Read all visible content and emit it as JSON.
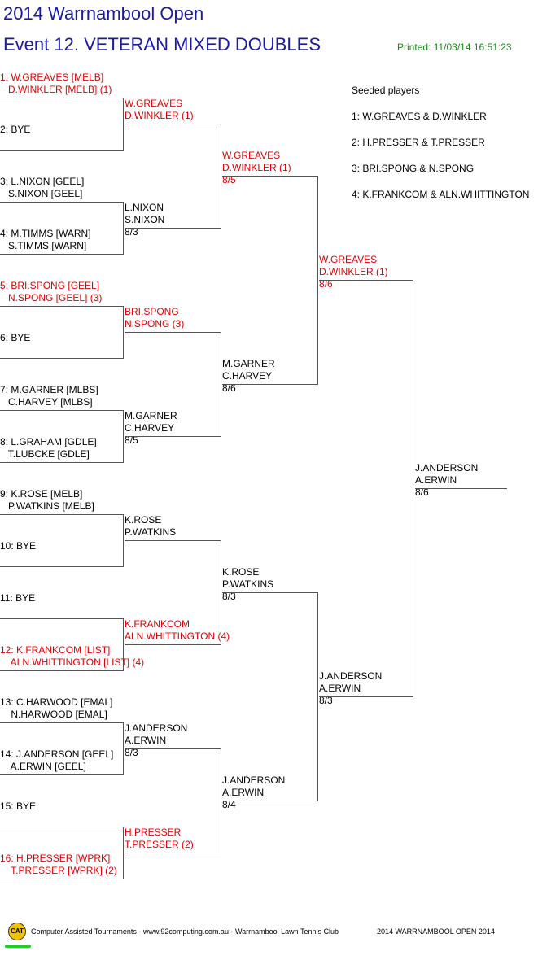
{
  "header": {
    "title": "2014 Warrnambool Open",
    "event": "Event 12. VETERAN MIXED DOUBLES",
    "printed": "Printed: 11/03/14 16:51:23"
  },
  "seeds": {
    "heading": "Seeded players",
    "list": [
      "1: W.GREAVES & D.WINKLER",
      "2: H.PRESSER & T.PRESSER",
      "3: BRI.SPONG & N.SPONG",
      "4: K.FRANKCOM & ALN.WHITTINGTON"
    ]
  },
  "round1": [
    {
      "l1": "1: W.GREAVES [MELB]",
      "l2": "   D.WINKLER [MELB] (1)",
      "seeded": true
    },
    {
      "l1": "2: BYE",
      "l2": "",
      "seeded": false
    },
    {
      "l1": "3: L.NIXON [GEEL]",
      "l2": "   S.NIXON [GEEL]",
      "seeded": false
    },
    {
      "l1": "4: M.TIMMS [WARN]",
      "l2": "   S.TIMMS [WARN]",
      "seeded": false
    },
    {
      "l1": "5: BRI.SPONG [GEEL]",
      "l2": "   N.SPONG [GEEL] (3)",
      "seeded": true
    },
    {
      "l1": "6: BYE",
      "l2": "",
      "seeded": false
    },
    {
      "l1": "7: M.GARNER [MLBS]",
      "l2": "   C.HARVEY [MLBS]",
      "seeded": false
    },
    {
      "l1": "8: L.GRAHAM [GDLE]",
      "l2": "   T.LUBCKE [GDLE]",
      "seeded": false
    },
    {
      "l1": "9: K.ROSE [MELB]",
      "l2": "   P.WATKINS [MELB]",
      "seeded": false
    },
    {
      "l1": "10: BYE",
      "l2": "",
      "seeded": false
    },
    {
      "l1": "11: BYE",
      "l2": "",
      "seeded": false
    },
    {
      "l1": "12: K.FRANKCOM [LIST]",
      "l2": "    ALN.WHITTINGTON [LIST] (4)",
      "seeded": true
    },
    {
      "l1": "13: C.HARWOOD [EMAL]",
      "l2": "    N.HARWOOD [EMAL]",
      "seeded": false
    },
    {
      "l1": "14: J.ANDERSON [GEEL]",
      "l2": "    A.ERWIN [GEEL]",
      "seeded": false
    },
    {
      "l1": "15: BYE",
      "l2": "",
      "seeded": false
    },
    {
      "l1": "16: H.PRESSER [WPRK]",
      "l2": "    T.PRESSER [WPRK] (2)",
      "seeded": true
    }
  ],
  "round2": [
    {
      "l1": "W.GREAVES",
      "l2": "D.WINKLER (1)",
      "score": "",
      "seeded": true
    },
    {
      "l1": "L.NIXON",
      "l2": "S.NIXON",
      "score": "8/3",
      "seeded": false
    },
    {
      "l1": "BRI.SPONG",
      "l2": "N.SPONG (3)",
      "score": "",
      "seeded": true
    },
    {
      "l1": "M.GARNER",
      "l2": "C.HARVEY",
      "score": "8/5",
      "seeded": false
    },
    {
      "l1": "K.ROSE",
      "l2": "P.WATKINS",
      "score": "",
      "seeded": false
    },
    {
      "l1": "K.FRANKCOM",
      "l2": "ALN.WHITTINGTON (4)",
      "score": "",
      "seeded": true
    },
    {
      "l1": "J.ANDERSON",
      "l2": "A.ERWIN",
      "score": "8/3",
      "seeded": false
    },
    {
      "l1": "H.PRESSER",
      "l2": "T.PRESSER (2)",
      "score": "",
      "seeded": true
    }
  ],
  "round3": [
    {
      "l1": "W.GREAVES",
      "l2": "D.WINKLER (1)",
      "score": "8/5",
      "seeded": true
    },
    {
      "l1": "M.GARNER",
      "l2": "C.HARVEY",
      "score": "8/6",
      "seeded": false
    },
    {
      "l1": "K.ROSE",
      "l2": "P.WATKINS",
      "score": "8/3",
      "seeded": false
    },
    {
      "l1": "J.ANDERSON",
      "l2": "A.ERWIN",
      "score": "8/4",
      "seeded": false
    }
  ],
  "round4": [
    {
      "l1": "W.GREAVES",
      "l2": "D.WINKLER (1)",
      "score": "8/6",
      "seeded": true
    },
    {
      "l1": "J.ANDERSON",
      "l2": "A.ERWIN",
      "score": "8/3",
      "seeded": false
    }
  ],
  "final": {
    "l1": "J.ANDERSON",
    "l2": "A.ERWIN",
    "score": "8/6",
    "seeded": false
  },
  "footer": {
    "logo": "CAT",
    "left": "Computer Assisted Tournaments - www.92computing.com.au -  Warrnambool Lawn Tennis Club",
    "right": "2014 WARRNAMBOOL OPEN 2014"
  }
}
